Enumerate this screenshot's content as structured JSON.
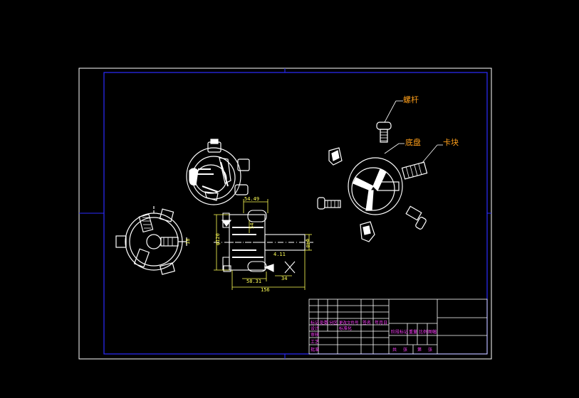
{
  "colors": {
    "background": "#000000",
    "frame": "#ffffff",
    "border": "#2b2bff",
    "geometry": "#ffffff",
    "dimension": "#ffff55",
    "callout": "#ff9f1a",
    "title_text": "#ff40ff"
  },
  "callouts": {
    "screw": "螺杆",
    "base_plate": "底盘",
    "jaw_block": "卡块"
  },
  "dimensions": {
    "d_top": "54.49",
    "d_dia_left": "φ120",
    "d_dia_right": "φ40",
    "d_vert": "54",
    "d_small": "4.11",
    "d_right_small": "34",
    "d_bottom_inner": "58.31",
    "d_bottom_total": "156",
    "d_front_view": "18"
  },
  "title_block": {
    "row_labels": [
      "标记",
      "设计",
      "审核",
      "工艺",
      "批准"
    ],
    "rev_headers": [
      "标记",
      "处数",
      "分区",
      "更改文件号",
      "签名",
      "年月日"
    ],
    "std_label": "标准化",
    "stage_headers": [
      "阶段标记",
      "重量",
      "比例",
      "图幅"
    ],
    "sheet_labels": [
      "共",
      "张",
      "第",
      "张"
    ]
  }
}
